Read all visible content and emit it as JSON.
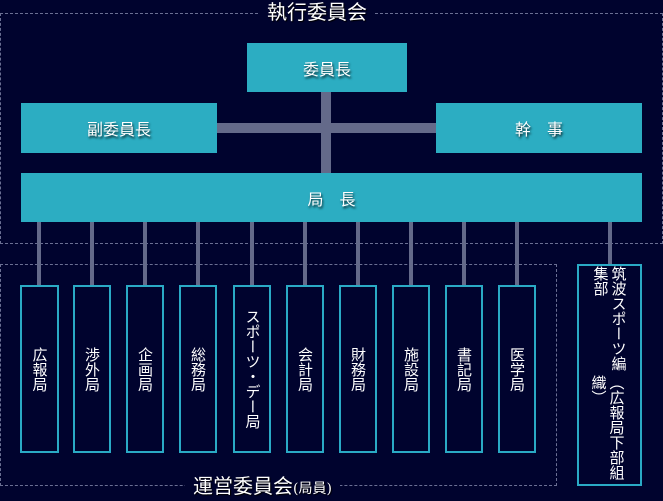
{
  "executive_committee": {
    "title": "執行委員会",
    "chairman": "委員長",
    "vice_chairman": "副委員長",
    "secretary": "幹　事",
    "bureau_chief": "局　長"
  },
  "steering_committee": {
    "title": "運営委員会",
    "subtitle": "(局員)",
    "bureaus": [
      {
        "label": "広報局"
      },
      {
        "label": "渉外局"
      },
      {
        "label": "企画局"
      },
      {
        "label": "総務局"
      },
      {
        "label": "スポーツ・デー局"
      },
      {
        "label": "会計局"
      },
      {
        "label": "財務局"
      },
      {
        "label": "施設局"
      },
      {
        "label": "書記局"
      },
      {
        "label": "医学局"
      }
    ]
  },
  "sub_organization": {
    "name": "筑波スポーツ編集部",
    "note": "（広報局下部組織）"
  },
  "colors": {
    "background": "#00032e",
    "box_fill": "#1aa6bd",
    "box_outline": "#2aaac5",
    "connector": "#646a8a",
    "dashed_border": "#6a6f93"
  }
}
